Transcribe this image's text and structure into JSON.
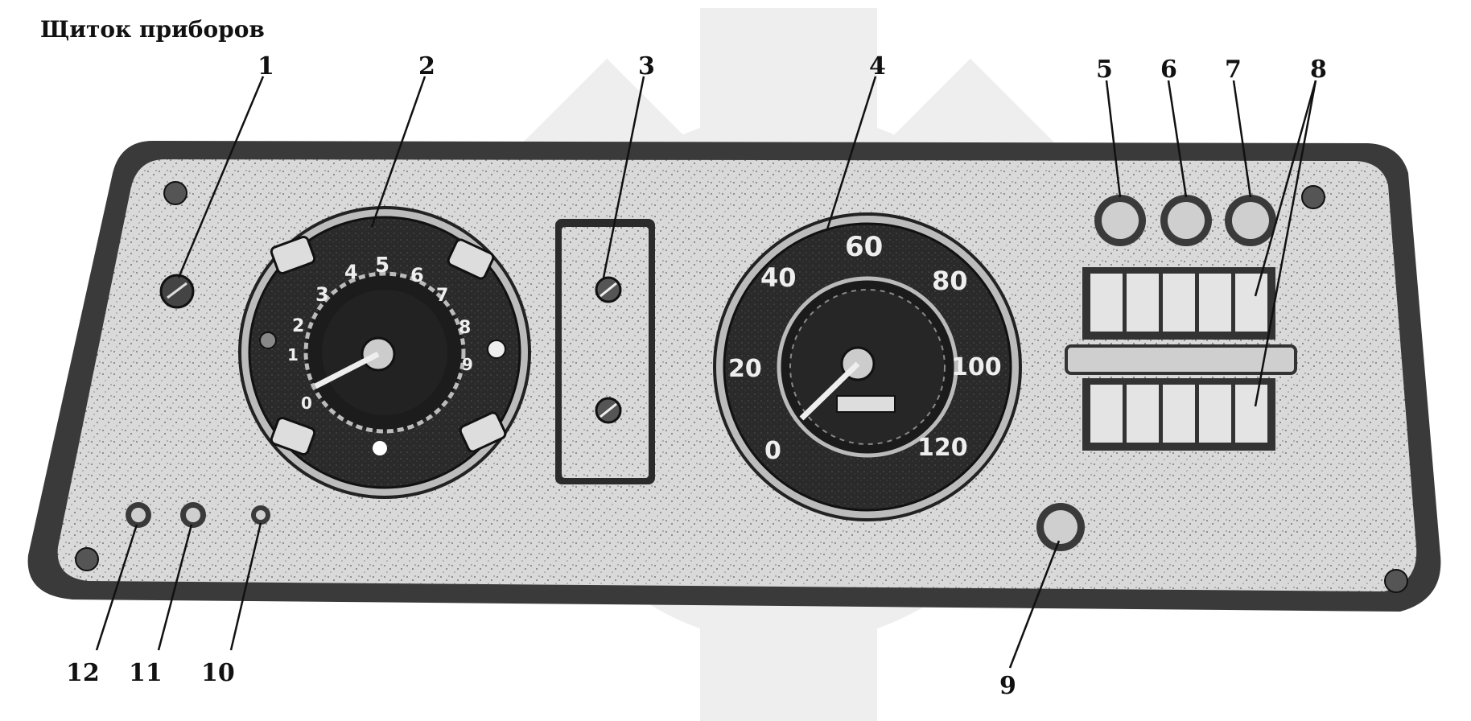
{
  "title": "Щиток приборов",
  "callouts": [
    "1",
    "2",
    "3",
    "4",
    "5",
    "6",
    "7",
    "8",
    "9",
    "10",
    "11",
    "12"
  ],
  "tachometer": {
    "scale": [
      "0",
      "1",
      "2",
      "3",
      "4",
      "5",
      "6",
      "7",
      "8",
      "9"
    ]
  },
  "speedometer": {
    "scale": [
      "0",
      "20",
      "40",
      "60",
      "80",
      "100",
      "120"
    ]
  }
}
